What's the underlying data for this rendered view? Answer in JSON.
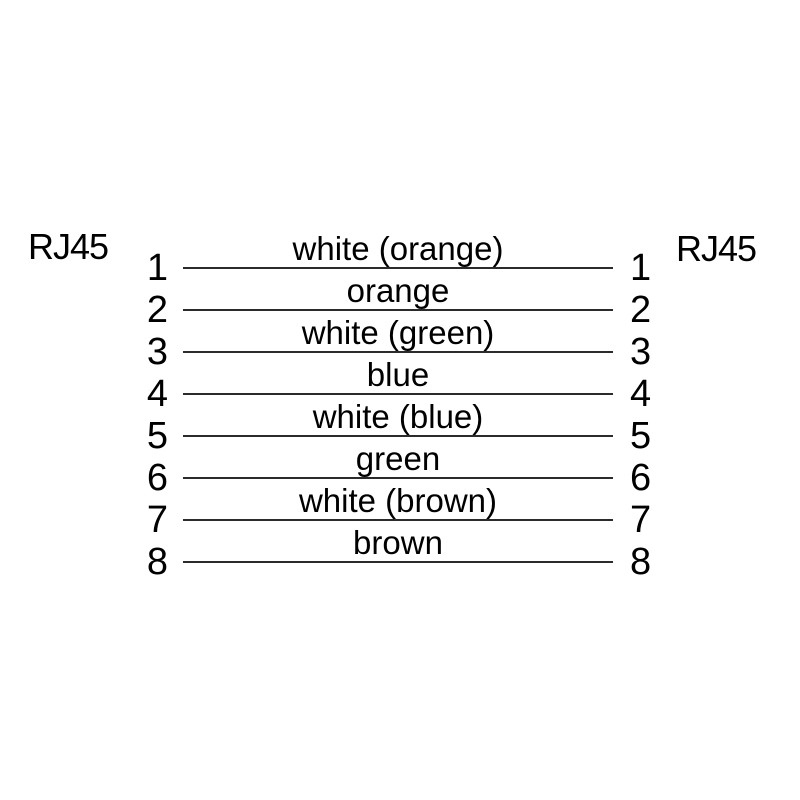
{
  "diagram": {
    "left_connector_label": "RJ45",
    "right_connector_label": "RJ45",
    "colors": {
      "background": "#ffffff",
      "text": "#000000",
      "wire_line": "#2b2b2b"
    },
    "wires": [
      {
        "pin_left": "1",
        "pin_right": "1",
        "color_label": "white (orange)"
      },
      {
        "pin_left": "2",
        "pin_right": "2",
        "color_label": "orange"
      },
      {
        "pin_left": "3",
        "pin_right": "3",
        "color_label": "white (green)"
      },
      {
        "pin_left": "4",
        "pin_right": "4",
        "color_label": "blue"
      },
      {
        "pin_left": "5",
        "pin_right": "5",
        "color_label": "white (blue)"
      },
      {
        "pin_left": "6",
        "pin_right": "6",
        "color_label": "green"
      },
      {
        "pin_left": "7",
        "pin_right": "7",
        "color_label": "white (brown)"
      },
      {
        "pin_left": "8",
        "pin_right": "8",
        "color_label": "brown"
      }
    ]
  }
}
